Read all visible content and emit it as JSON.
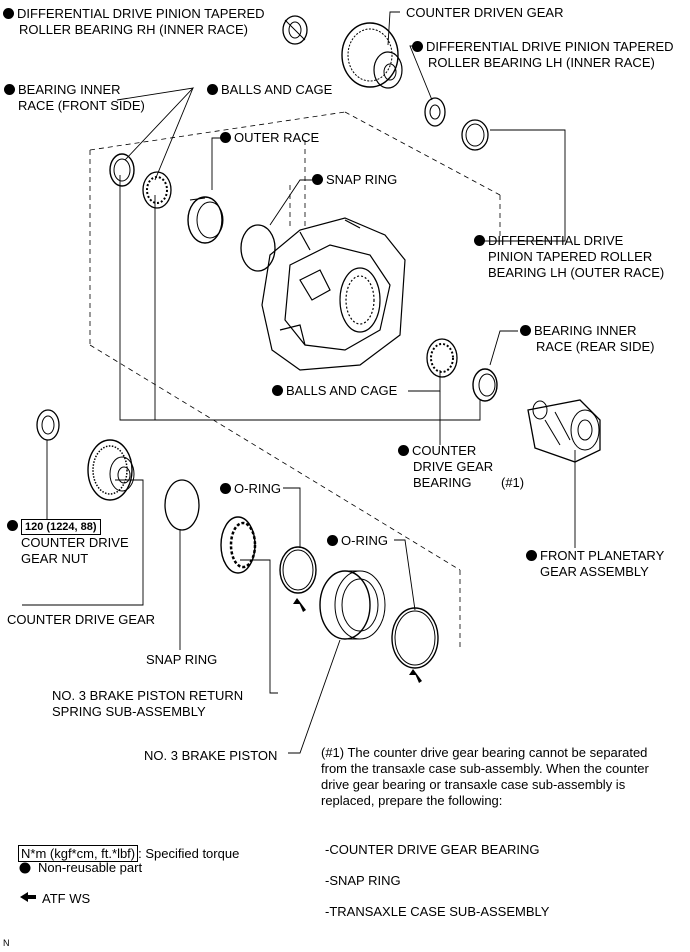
{
  "labels": {
    "diff_rh_inner_1": "DIFFERENTIAL DRIVE PINION TAPERED",
    "diff_rh_inner_2": "ROLLER BEARING RH (INNER RACE)",
    "counter_driven_gear": "COUNTER DRIVEN GEAR",
    "diff_lh_inner_1": "DIFFERENTIAL DRIVE PINION TAPERED",
    "diff_lh_inner_2": "ROLLER BEARING LH (INNER RACE)",
    "bearing_inner_front_1": "BEARING INNER",
    "bearing_inner_front_2": "RACE (FRONT SIDE)",
    "balls_and_cage_top": "BALLS AND CAGE",
    "outer_race": "OUTER RACE",
    "snap_ring_top": "SNAP RING",
    "diff_lh_outer_1": "DIFFERENTIAL DRIVE",
    "diff_lh_outer_2": "PINION TAPERED ROLLER",
    "diff_lh_outer_3": "BEARING LH (OUTER RACE)",
    "bearing_inner_rear_1": "BEARING INNER",
    "bearing_inner_rear_2": "RACE (REAR SIDE)",
    "balls_and_cage_mid": "BALLS AND CAGE",
    "counter_drive_bearing_1": "COUNTER",
    "counter_drive_bearing_2": "DRIVE GEAR",
    "counter_drive_bearing_3": "BEARING",
    "note_ref": "(#1)",
    "o_ring_1": "O-RING",
    "o_ring_2": "O-RING",
    "torque_value": "120 (1224, 88)",
    "counter_drive_gear_nut_1": "COUNTER DRIVE",
    "counter_drive_gear_nut_2": "GEAR NUT",
    "front_planetary_1": "FRONT PLANETARY",
    "front_planetary_2": "GEAR ASSEMBLY",
    "counter_drive_gear": "COUNTER DRIVE GEAR",
    "snap_ring_bottom": "SNAP RING",
    "brake_return_1": "NO. 3 BRAKE PISTON RETURN",
    "brake_return_2": "SPRING SUB-ASSEMBLY",
    "brake_piston": "NO. 3 BRAKE PISTON"
  },
  "note": {
    "line1": "(#1) The counter drive gear bearing cannot be separated",
    "line2": "from the transaxle case sub-assembly. When the counter",
    "line3": "drive gear bearing or transaxle case sub-assembly is",
    "line4": "replaced, prepare the following:",
    "items": [
      "-COUNTER DRIVE GEAR BEARING",
      "-SNAP RING",
      "-TRANSAXLE CASE SUB-ASSEMBLY"
    ]
  },
  "legend": {
    "torque_unit": "N*m (kgf*cm, ft.*lbf)",
    "torque_desc": ": Specified torque",
    "non_reusable": "Non-reusable part",
    "atf": "ATF WS"
  },
  "corner_mark": "N"
}
